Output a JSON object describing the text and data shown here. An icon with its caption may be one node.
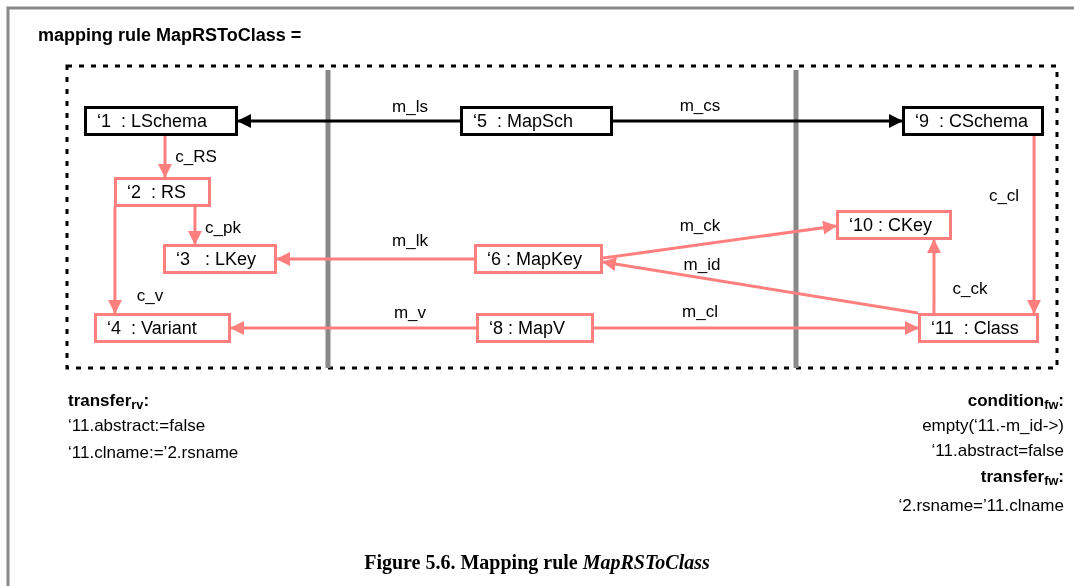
{
  "diagram": {
    "title": "mapping rule MapRSToClass =",
    "caption": "Figure 5.6. Mapping rule *MapRSToClass*",
    "nodes": [
      {
        "text": [
          "‘1  : LSchema"
        ]
      },
      {
        "text": [
          "‘2  : RS"
        ]
      },
      {
        "text": [
          "‘3   : LKey"
        ]
      },
      {
        "text": [
          "‘4  : Variant"
        ]
      },
      {
        "text": [
          "‘5  : MapSch"
        ]
      },
      {
        "text": [
          "‘6 : MapKey"
        ]
      },
      {
        "text": [
          "‘8 : MapV"
        ]
      },
      {
        "text": [
          "‘9  : CSchema"
        ]
      },
      {
        "text": [
          "‘10 : CKey"
        ]
      },
      {
        "text": [
          "‘11  : Class"
        ]
      }
    ],
    "edges": [
      {
        "from": 4,
        "to": 0,
        "arrow": "to",
        "label": "m_ls",
        "color": "#000000"
      },
      {
        "from": 4,
        "to": 7,
        "arrow": "to",
        "label": "m_cs",
        "color": "#000000"
      },
      {
        "from": 0,
        "to": 1,
        "arrow": "to",
        "label": "c_RS"
      },
      {
        "from": 1,
        "to": 2,
        "arrow": "to",
        "label": "c_pk"
      },
      {
        "from": 1,
        "to": 3,
        "arrow": "to",
        "label": "c_v"
      },
      {
        "from": 5,
        "to": 2,
        "arrow": "to",
        "label": "m_lk"
      },
      {
        "from": 5,
        "to": 8,
        "arrow": "to",
        "label": "m_ck"
      },
      {
        "from": 9,
        "to": 5,
        "arrow": "to",
        "label": "m_id"
      },
      {
        "from": 6,
        "to": 3,
        "arrow": "to",
        "label": "m_v"
      },
      {
        "from": 6,
        "to": 9,
        "arrow": "to",
        "label": "m_cl"
      },
      {
        "from": 7,
        "to": 9,
        "arrow": "to",
        "label": "c_cl"
      },
      {
        "from": 9,
        "to": 8,
        "arrow": "to",
        "label": "c_ck"
      }
    ],
    "labels": [
      "transfer$_{rv}$:",
      "‘11.abstract:=false",
      "‘11.clname:=’2.rsname",
      "condition$_{fw}$:",
      "empty(‘11.-m_id->)",
      "‘11.abstract=false",
      "transfer$_{fw}$:",
      "‘2.rsname=’11.clname"
    ]
  }
}
